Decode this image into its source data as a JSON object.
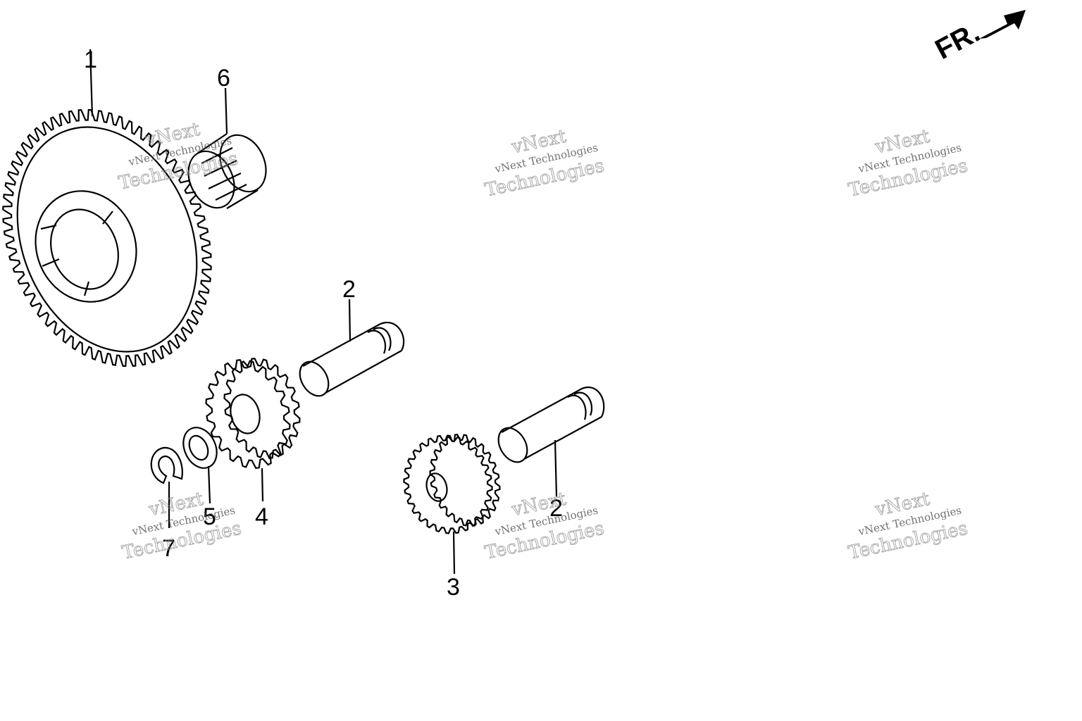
{
  "direction_label": "FR.",
  "callouts": [
    {
      "id": "1",
      "text": "1"
    },
    {
      "id": "6",
      "text": "6"
    },
    {
      "id": "2a",
      "text": "2"
    },
    {
      "id": "2b",
      "text": "2"
    },
    {
      "id": "4",
      "text": "4"
    },
    {
      "id": "5",
      "text": "5"
    },
    {
      "id": "7",
      "text": "7"
    },
    {
      "id": "3",
      "text": "3"
    }
  ],
  "watermark": {
    "line1": "vNext",
    "line2": "vNext Technologies",
    "line3": "Technologies"
  }
}
